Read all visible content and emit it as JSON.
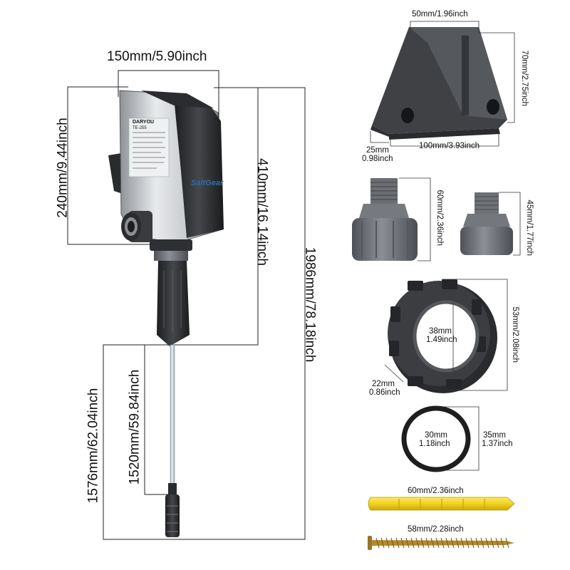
{
  "pump": {
    "width_label": "150mm/5.90inch",
    "height_label": "240mm/9.44inch",
    "total_height_label": "410mm/16.14inch",
    "tube_length_label": "1520mm/59.84inch",
    "extended_label": "1576mm/62.04inch",
    "overall_label": "1986mm/78.18inch",
    "brand_text": "DARYOU",
    "model_text": "TE-255",
    "logo_text": "SaltGear"
  },
  "bracket": {
    "top_label": "50mm/1.96inch",
    "height_label": "70mm/2.75inch",
    "width_label": "100mm/3.93inch",
    "depth_label_mm": "25mm",
    "depth_label_in": "0.98inch"
  },
  "fitting_large": {
    "height_label": "60mm/2.36inch"
  },
  "fitting_small": {
    "height_label": "45mm/1.77inch"
  },
  "nut": {
    "inner_mm": "38mm",
    "inner_in": "1.49inch",
    "outer_label": "53mm/2.08inch",
    "thickness_mm": "22mm",
    "thickness_in": "0.86inch"
  },
  "oring": {
    "inner_mm": "30mm",
    "inner_in": "1.18inch",
    "outer_mm": "35mm",
    "outer_in": "1.37inch"
  },
  "anchor": {
    "length_label": "60mm/2.36inch"
  },
  "screw": {
    "length_label": "58mm/2.28inch"
  },
  "colors": {
    "dark_plastic": "#4a4c50",
    "pump_silver": "#c9ccd0",
    "anchor_yellow": "#f2d21e",
    "screw_brass": "#b58a2e"
  }
}
